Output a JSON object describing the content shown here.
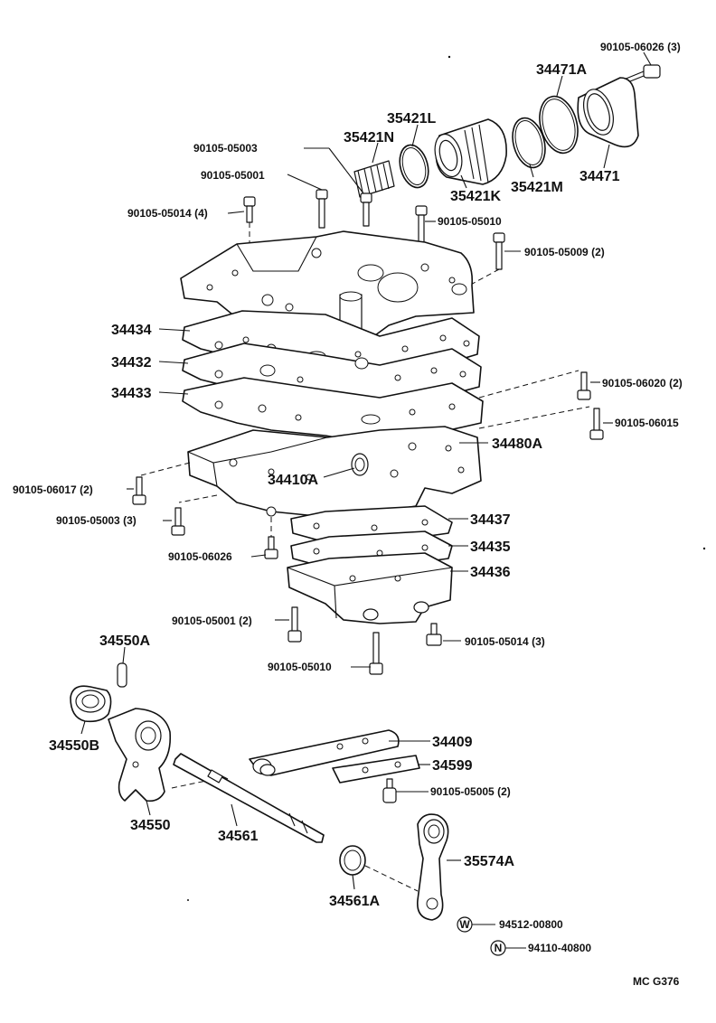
{
  "labels": {
    "l_90105_06026_3": "90105-06026 (3)",
    "l_34471A": "34471A",
    "l_35421L": "35421L",
    "l_35421N": "35421N",
    "l_90105_05003": "90105-05003",
    "l_90105_05001": "90105-05001",
    "l_35421K": "35421K",
    "l_35421M": "35421M",
    "l_34471": "34471",
    "l_90105_05014_4": "90105-05014 (4)",
    "l_90105_05010_top": "90105-05010",
    "l_90105_05009_2": "90105-05009 (2)",
    "l_34434": "34434",
    "l_34432": "34432",
    "l_34433": "34433",
    "l_90105_06020_2": "90105-06020 (2)",
    "l_90105_06015": "90105-06015",
    "l_34480A": "34480A",
    "l_34410A": "34410A",
    "l_90105_06017_2": "90105-06017 (2)",
    "l_90105_05003_3": "90105-05003 (3)",
    "l_34437": "34437",
    "l_34435": "34435",
    "l_90105_06026": "90105-06026",
    "l_34436": "34436",
    "l_90105_05001_2": "90105-05001 (2)",
    "l_90105_05014_3": "90105-05014 (3)",
    "l_90105_05010_bot": "90105-05010",
    "l_34550A": "34550A",
    "l_34409": "34409",
    "l_34599": "34599",
    "l_34550B": "34550B",
    "l_90105_05005_2": "90105-05005 (2)",
    "l_34550": "34550",
    "l_34561": "34561",
    "l_35574A": "35574A",
    "l_34561A": "34561A",
    "l_94512_00800": "94512-00800",
    "l_94110_40800": "94110-40800",
    "l_code": "MC G376",
    "sym_w": "W",
    "sym_n": "N"
  }
}
